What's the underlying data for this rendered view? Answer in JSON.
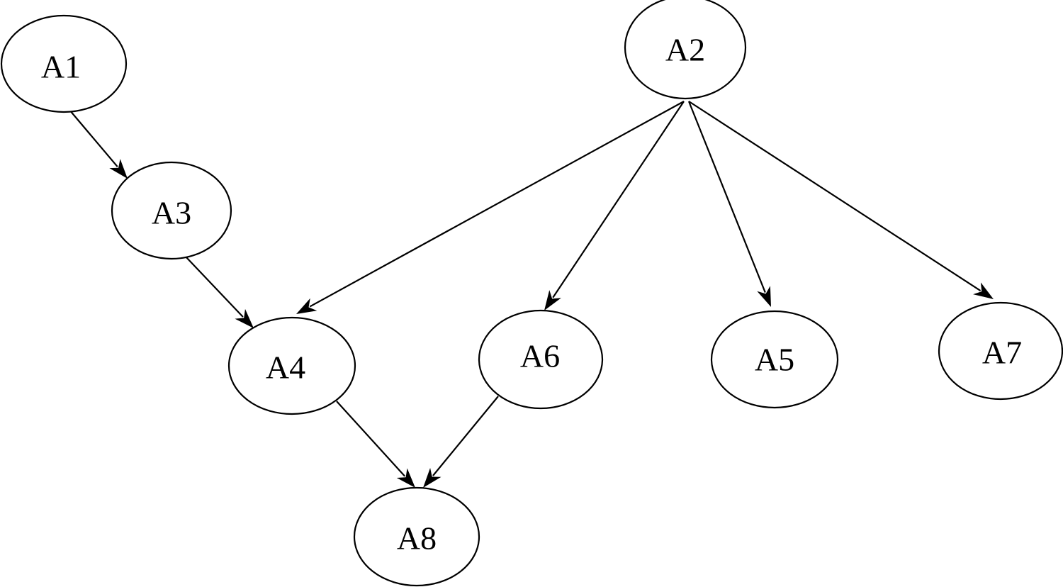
{
  "diagram": {
    "type": "directed-graph",
    "nodes": [
      {
        "id": "A1",
        "label": "A1"
      },
      {
        "id": "A2",
        "label": "A2"
      },
      {
        "id": "A3",
        "label": "A3"
      },
      {
        "id": "A4",
        "label": "A4"
      },
      {
        "id": "A5",
        "label": "A5"
      },
      {
        "id": "A6",
        "label": "A6"
      },
      {
        "id": "A7",
        "label": "A7"
      },
      {
        "id": "A8",
        "label": "A8"
      }
    ],
    "edges": [
      {
        "from": "A1",
        "to": "A3"
      },
      {
        "from": "A3",
        "to": "A4"
      },
      {
        "from": "A2",
        "to": "A4"
      },
      {
        "from": "A2",
        "to": "A6"
      },
      {
        "from": "A2",
        "to": "A5"
      },
      {
        "from": "A2",
        "to": "A7"
      },
      {
        "from": "A4",
        "to": "A8"
      },
      {
        "from": "A6",
        "to": "A8"
      }
    ],
    "colors": {
      "stroke": "#000000",
      "fill": "#ffffff",
      "text": "#000000"
    }
  }
}
